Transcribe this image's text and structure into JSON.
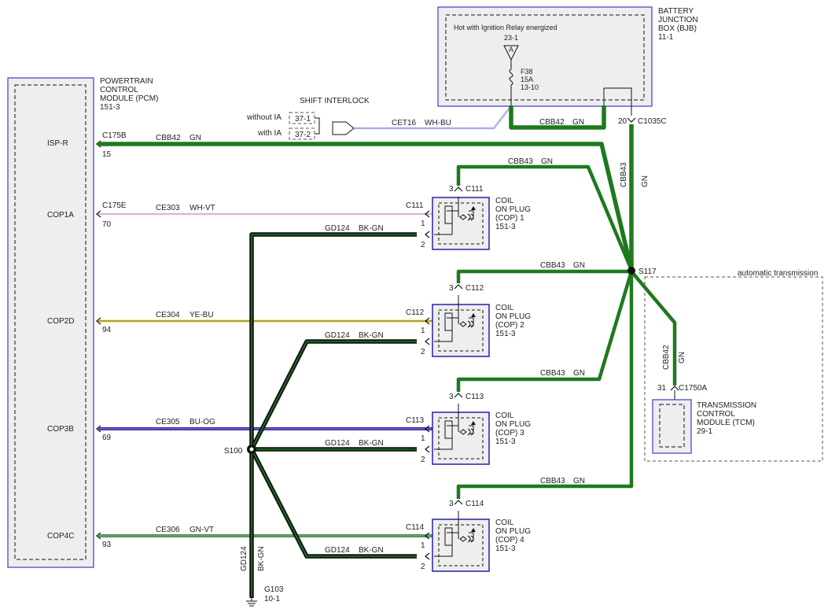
{
  "bjb": {
    "title": [
      "BATTERY",
      "JUNCTION",
      "BOX (BJB)",
      "11-1"
    ],
    "hot_text": "Hot with Ignition Relay energized",
    "feed_ref": "23-1",
    "feed_letter": "A",
    "fuse": [
      "F38",
      "15A",
      "13-10"
    ],
    "pin": "20",
    "connector": "C1035C"
  },
  "pcm": {
    "title": [
      "POWERTRAIN",
      "CONTROL",
      "MODULE (PCM)",
      "151-3"
    ],
    "pins": [
      {
        "name": "ISP-R",
        "connector": "C175B",
        "pin": "15"
      },
      {
        "name": "COP1A",
        "connector": "C175E",
        "pin": "70"
      },
      {
        "name": "COP2D",
        "connector": "",
        "pin": "94"
      },
      {
        "name": "COP3B",
        "connector": "",
        "pin": "69"
      },
      {
        "name": "COP4C",
        "connector": "",
        "pin": "93"
      }
    ]
  },
  "shift_interlock": {
    "title": "SHIFT INTERLOCK",
    "options": [
      {
        "label": "without IA",
        "ref": "37-1"
      },
      {
        "label": "with IA",
        "ref": "37-2"
      }
    ]
  },
  "wires": {
    "cet16": {
      "circuit": "CET16",
      "color": "WH-BU"
    },
    "cbb42_isp": {
      "circuit": "CBB42",
      "color": "GN"
    },
    "cbb42_bjb": {
      "circuit": "CBB42",
      "color": "GN"
    },
    "cbb43_vertical": {
      "circuit": "CBB43",
      "color": "GN"
    },
    "cbb43_1": {
      "circuit": "CBB43",
      "color": "GN"
    },
    "cbb43_2": {
      "circuit": "CBB43",
      "color": "GN"
    },
    "cbb43_3": {
      "circuit": "CBB43",
      "color": "GN"
    },
    "cbb43_4": {
      "circuit": "CBB43",
      "color": "GN"
    },
    "cbb42_tcm": {
      "circuit": "CBB42",
      "color": "GN"
    },
    "ce303": {
      "circuit": "CE303",
      "color": "WH-VT"
    },
    "ce304": {
      "circuit": "CE304",
      "color": "YE-BU"
    },
    "ce305": {
      "circuit": "CE305",
      "color": "BU-OG"
    },
    "ce306": {
      "circuit": "CE306",
      "color": "GN-VT"
    },
    "gd124_1": {
      "circuit": "GD124",
      "color": "BK-GN"
    },
    "gd124_2": {
      "circuit": "GD124",
      "color": "BK-GN"
    },
    "gd124_3": {
      "circuit": "GD124",
      "color": "BK-GN"
    },
    "gd124_4": {
      "circuit": "GD124",
      "color": "BK-GN"
    },
    "gd124_ground": {
      "circuit": "GD124",
      "color": "BK-GN"
    }
  },
  "splices": {
    "s117": "S117",
    "s100": "S100"
  },
  "ground": {
    "name": "G103",
    "ref": "10-1"
  },
  "coils": [
    {
      "connector": "C111",
      "top_pin": "3",
      "top_connector": "C111",
      "pin1": "1",
      "pin2": "2",
      "title": [
        "COIL",
        "ON PLUG",
        "(COP) 1",
        "151-3"
      ]
    },
    {
      "connector": "C112",
      "top_pin": "3",
      "top_connector": "C112",
      "pin1": "1",
      "pin2": "2",
      "title": [
        "COIL",
        "ON PLUG",
        "(COP) 2",
        "151-3"
      ]
    },
    {
      "connector": "C113",
      "top_pin": "3",
      "top_connector": "C113",
      "pin1": "1",
      "pin2": "2",
      "title": [
        "COIL",
        "ON PLUG",
        "(COP) 3",
        "151-3"
      ]
    },
    {
      "connector": "C114",
      "top_pin": "3",
      "top_connector": "C114",
      "pin1": "1",
      "pin2": "2",
      "title": [
        "COIL",
        "ON PLUG",
        "(COP) 4",
        "151-3"
      ]
    }
  ],
  "tcm": {
    "region_label": "automatic transmission",
    "pin": "31",
    "connector": "C1750A",
    "title": [
      "TRANSMISSION",
      "CONTROL",
      "MODULE (TCM)",
      "29-1"
    ]
  },
  "colors": {
    "gn": "#1d7a1d",
    "wh_vt": "#c48ac4",
    "ye_bu": "#e8d800",
    "bu_og": "#2a2ad0",
    "gn_vt": "#3f8f3f",
    "wh_bu": "#6a7ad8",
    "module_border": "#3a3ad0"
  }
}
